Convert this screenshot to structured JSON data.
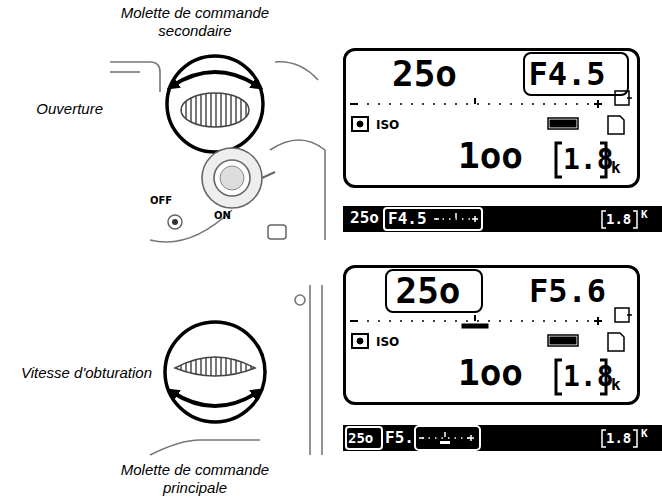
{
  "diagram": {
    "nodes": [
      {
        "text": [
          "25o",
          "ISO",
          "1oo",
          "1.8",
          "k"
        ]
      },
      {
        "text": [
          "F4.5"
        ],
        "in": 0
      },
      {
        "text": [
          "25o",
          "1.8",
          "K"
        ]
      },
      {
        "text": [
          "F4.5"
        ],
        "in": 2
      },
      {
        "text": [
          "F5.6",
          "ISO",
          "1oo",
          "1.8",
          "k"
        ]
      },
      {
        "text": [
          "25o"
        ],
        "in": 4
      },
      {
        "text": [
          "F5.",
          "1.8",
          "K"
        ]
      },
      {
        "text": [
          "25o"
        ],
        "in": 6
      }
    ],
    "labels": [
      "Molette de commande secondaire",
      "Ouverture",
      "OFF",
      "ON",
      "Vitesse d'obturation",
      "Molette de commande principale"
    ]
  }
}
